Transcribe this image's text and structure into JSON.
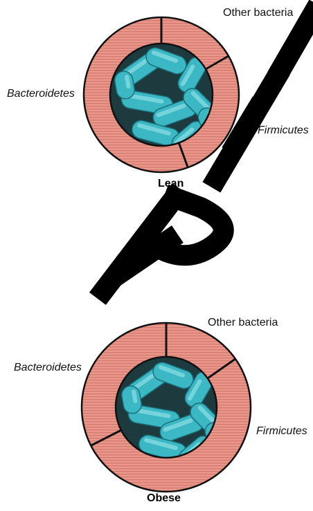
{
  "diagrams": [
    {
      "caption": "Lean",
      "labels": {
        "bacteroidetes": "Bacteroidetes",
        "firmicutes": "Firmicutes",
        "other": "Other bacteria"
      },
      "ring_divider_angles_deg": [
        0,
        60,
        160
      ]
    },
    {
      "caption": "Obese",
      "labels": {
        "bacteroidetes": "Bacteroidetes",
        "firmicutes": "Firmicutes",
        "other": "Other bacteria"
      },
      "ring_divider_angles_deg": [
        0,
        55,
        243
      ]
    }
  ],
  "watermark": "RETIRED",
  "colors": {
    "ring_fill": "#e8998c",
    "ring_stripe": "#c95c55",
    "center_bg": "#1d3a3f",
    "bacteria": "#3bb8c4",
    "outline": "#111111",
    "watermark": "#000000"
  }
}
